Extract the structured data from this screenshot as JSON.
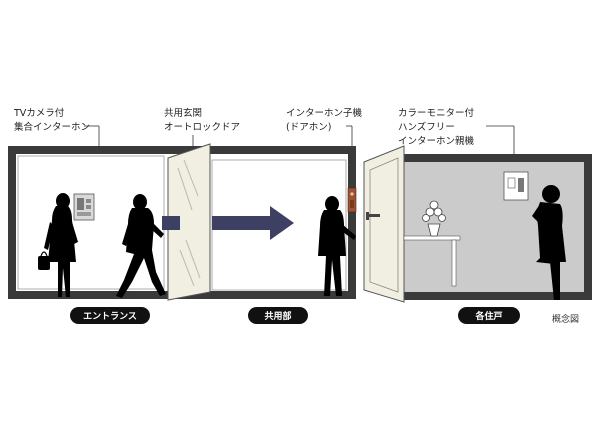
{
  "labels": {
    "tv_camera_line1": "TVカメラ付",
    "tv_camera_line2": "集合インターホン",
    "autolock_line1": "共用玄関",
    "autolock_line2": "オートロックドア",
    "door_intercom_line1": "インターホン子機",
    "door_intercom_line2": "(ドアホン)",
    "monitor_line1": "カラーモニター付",
    "monitor_line2": "ハンズフリー",
    "monitor_line3": "インターホン親機"
  },
  "zones": {
    "entrance": "エントランス",
    "common": "共用部",
    "unit": "各住戸"
  },
  "note": "概念図",
  "colors": {
    "arrow": "#3d3f63",
    "room_fill": "#cbcbcb",
    "door_fill": "#f1eee2",
    "pill": "#111111",
    "panel": "#a0522d"
  }
}
